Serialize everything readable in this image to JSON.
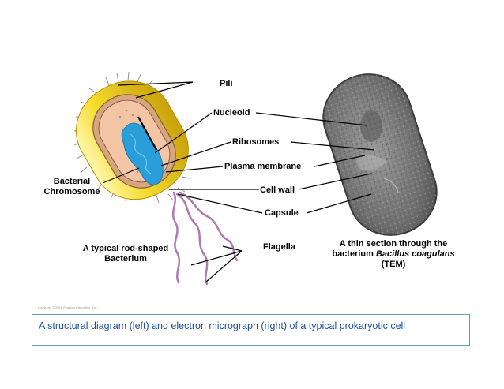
{
  "labels": {
    "pili": "Pili",
    "nucleoid": "Nucleoid",
    "ribosomes": "Ribosomes",
    "plasma_membrane": "Plasma membrane",
    "cell_wall": "Cell wall",
    "capsule": "Capsule",
    "flagella": "Flagella",
    "bacterial_chromosome_line1": "Bacterial",
    "bacterial_chromosome_line2": "Chromosome",
    "rod_line1": "A typical rod-shaped",
    "rod_line2": "Bacterium",
    "tem_line1": "A thin section through the",
    "tem_line2_prefix": "bacterium ",
    "tem_line2_species": "Bacillus coagulans",
    "tem_line3": "(TEM)"
  },
  "copyright": "Copyright © 2008 Pearson Education, Inc.",
  "caption": "A structural diagram (left) and electron micrograph (right) of a typical prokaryotic cell",
  "colors": {
    "capsule_yellow": "#f2d21a",
    "cell_wall_tan": "#d8a67c",
    "cytoplasm": "#f3c5a5",
    "chromosome_blue": "#2a9ed8",
    "flagella_purple": "#b07ab0",
    "micrograph_gray": "#7a7a7a",
    "caption_text": "#1f4fa3",
    "caption_border": "#5aa5b5"
  }
}
